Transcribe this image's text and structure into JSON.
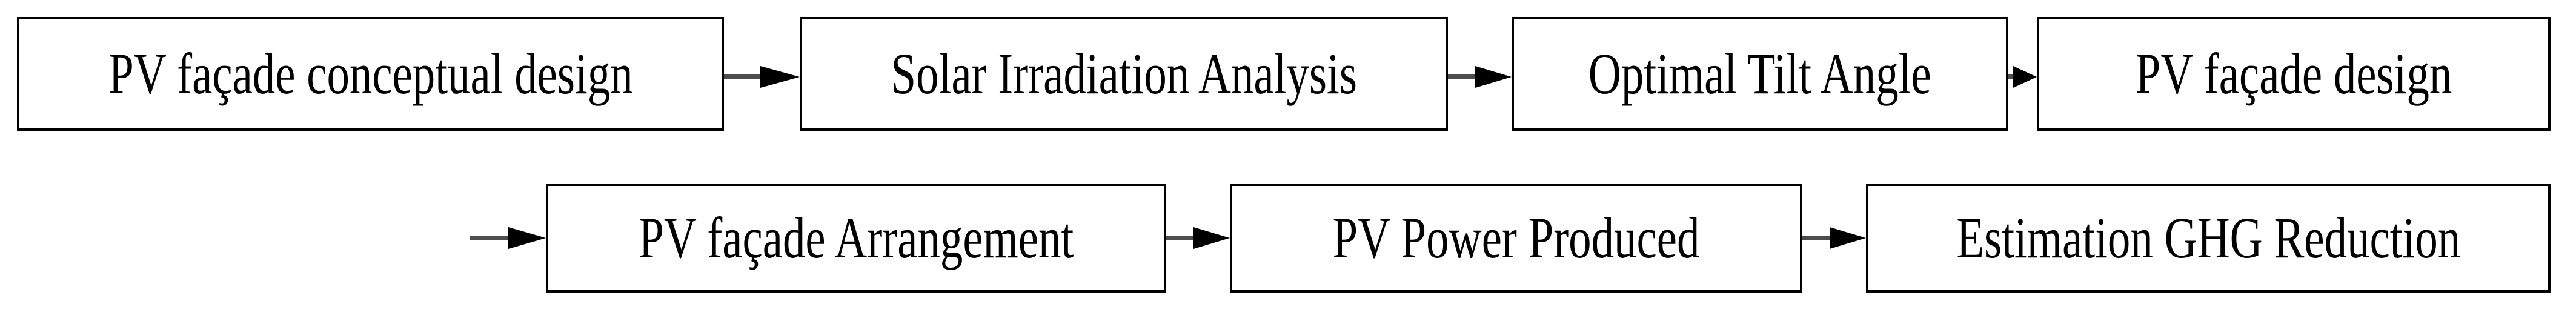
{
  "diagram": {
    "type": "process-flowchart",
    "title": "",
    "orientation": "horizontal-wrapped",
    "background_color": "#ffffff",
    "box_border_color": "#000000",
    "text_color": "#000000",
    "arrow_line_color": "#4d4d4d",
    "arrow_head_color": "#000000",
    "rows": [
      {
        "row_index": 1,
        "nodes": [
          {
            "id": "n1",
            "label": "PV façade conceptual design"
          },
          {
            "id": "n2",
            "label": "Solar Irradiation Analysis"
          },
          {
            "id": "n3",
            "label": "Optimal Tilt Angle"
          },
          {
            "id": "n4",
            "label": "PV façade design"
          }
        ]
      },
      {
        "row_index": 2,
        "nodes": [
          {
            "id": "n5",
            "label": "PV façade Arrangement"
          },
          {
            "id": "n6",
            "label": "PV Power Produced"
          },
          {
            "id": "n7",
            "label": "Estimation GHG Reduction"
          }
        ]
      }
    ],
    "edges": [
      {
        "id": "e1",
        "from": "n1",
        "to": "n2",
        "label": ""
      },
      {
        "id": "e2",
        "from": "n2",
        "to": "n3",
        "label": ""
      },
      {
        "id": "e3",
        "from": "n3",
        "to": "n4",
        "label": ""
      },
      {
        "id": "e4",
        "from": "n4",
        "to": "n5",
        "label": ""
      },
      {
        "id": "e5",
        "from": "n5",
        "to": "n6",
        "label": ""
      },
      {
        "id": "e6",
        "from": "n6",
        "to": "n7",
        "label": ""
      }
    ]
  }
}
